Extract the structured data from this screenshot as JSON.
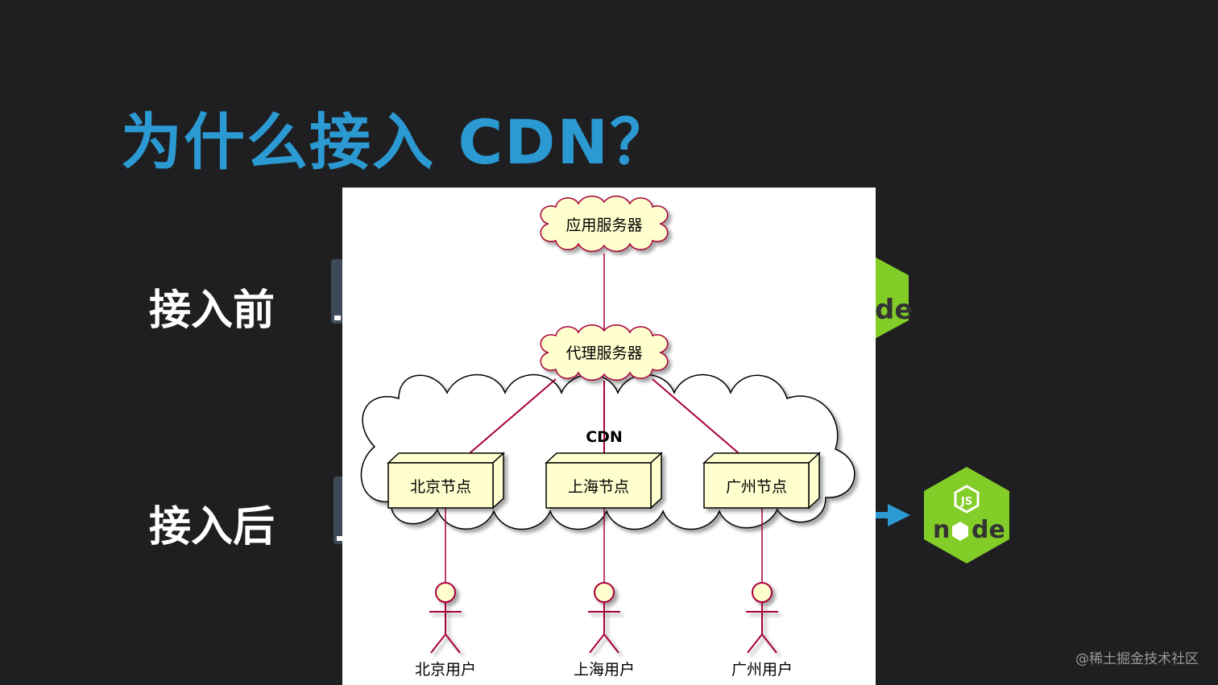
{
  "title": "为什么接入 CDN？",
  "side_labels": {
    "before": "接入前",
    "after": "接入后"
  },
  "diagram": {
    "app_server": "应用服务器",
    "proxy_server": "代理服务器",
    "cdn_label": "CDN",
    "nodes": [
      "北京节点",
      "上海节点",
      "广州节点"
    ],
    "users": [
      "北京用户",
      "上海用户",
      "广州用户"
    ]
  },
  "logos": {
    "node_js_badge": "JS"
  },
  "colors": {
    "background": "#1f1f21",
    "title": "#2b9ad3",
    "node_green": "#83cd29",
    "arrow_blue": "#2b9ad3",
    "edge_crimson": "#a80036",
    "node_fill": "#fefece"
  },
  "watermark": "@稀土掘金技术社区"
}
